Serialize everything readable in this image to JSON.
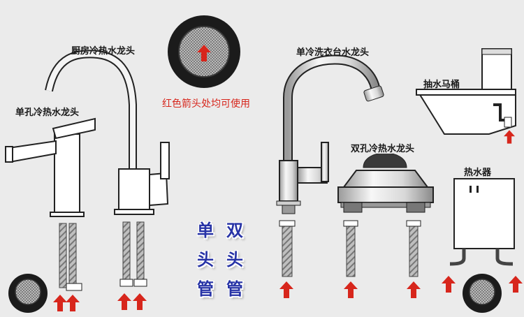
{
  "labels": {
    "kitchen_faucet": "厨房冷热水龙头",
    "single_hole_faucet": "单孔冷热水龙头",
    "basin_faucet": "单冷洗衣台水龙头",
    "toilet": "抽水马桶",
    "dual_hole_faucet": "双孔冷热水龙头",
    "water_heater": "热水器",
    "usage_note": "红色箭头处均可使用"
  },
  "hose_types": {
    "single_col": [
      "单",
      "头",
      "管"
    ],
    "double_col": [
      "双",
      "头",
      "管"
    ]
  },
  "colors": {
    "background": "#ebebeb",
    "arrow": "#d7261c",
    "big_text": "#2733a6",
    "outline": "#222222"
  },
  "icons": [
    "up-arrow-icon",
    "filter-screen-icon"
  ]
}
